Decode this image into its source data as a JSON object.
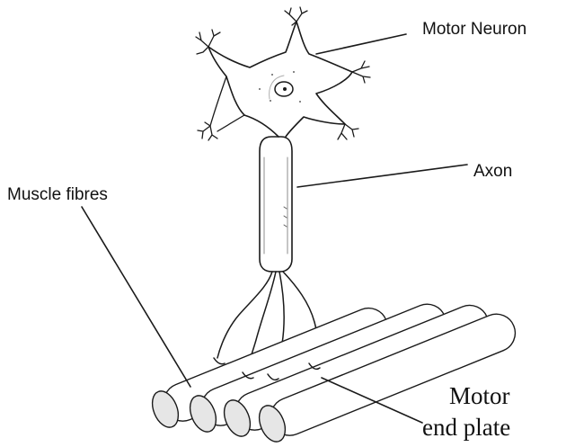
{
  "labels": {
    "motor_neuron": "Motor Neuron",
    "axon": "Axon",
    "muscle_fibres": "Muscle fibres",
    "motor_end_plate_line1": "Motor",
    "motor_end_plate_line2": "end plate"
  }
}
